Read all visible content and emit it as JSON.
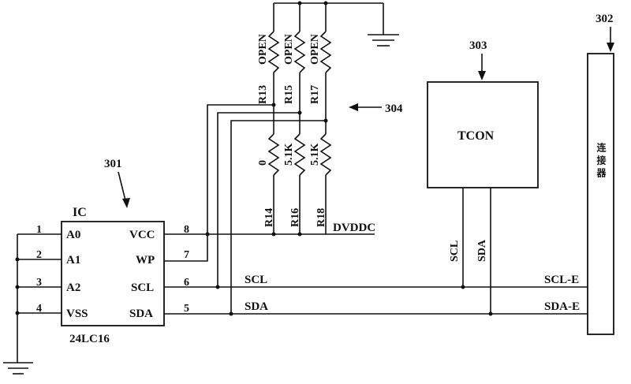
{
  "labels": {
    "ref_301": "301",
    "ref_302": "302",
    "ref_303": "303",
    "ref_304": "304",
    "ic_label": "IC",
    "ic_part": "24LC16",
    "tcon": "TCON",
    "connector": "连接器",
    "dvddc": "DVDDC",
    "scl": "SCL",
    "sda": "SDA",
    "scl_e": "SCL-E",
    "sda_e": "SDA-E",
    "tcon_scl": "SCL",
    "tcon_sda": "SDA"
  },
  "ic_pins_left": [
    {
      "num": "1",
      "name": "A0"
    },
    {
      "num": "2",
      "name": "A1"
    },
    {
      "num": "3",
      "name": "A2"
    },
    {
      "num": "4",
      "name": "VSS"
    }
  ],
  "ic_pins_right": [
    {
      "num": "8",
      "name": "VCC"
    },
    {
      "num": "7",
      "name": "WP"
    },
    {
      "num": "6",
      "name": "SCL"
    },
    {
      "num": "5",
      "name": "SDA"
    }
  ],
  "resistors_top": [
    {
      "ref": "R13",
      "value": "OPEN"
    },
    {
      "ref": "R15",
      "value": "OPEN"
    },
    {
      "ref": "R17",
      "value": "OPEN"
    }
  ],
  "resistors_bottom": [
    {
      "ref": "R14",
      "value": "0"
    },
    {
      "ref": "R16",
      "value": "5.1K"
    },
    {
      "ref": "R18",
      "value": "5.1K"
    }
  ]
}
